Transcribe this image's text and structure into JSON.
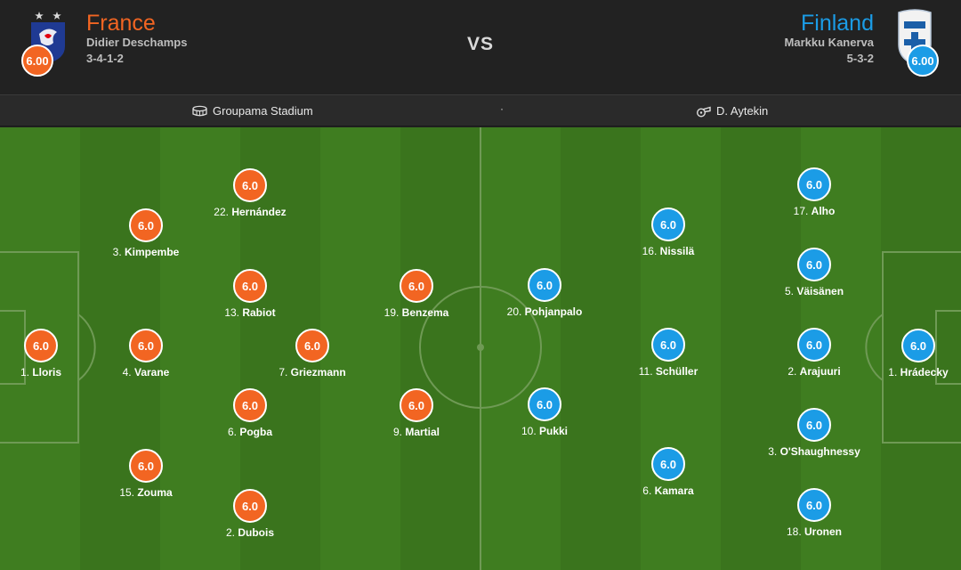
{
  "header": {
    "vs_label": "VS",
    "home": {
      "name": "France",
      "coach": "Didier Deschamps",
      "formation": "3-4-1-2",
      "rating": "6.00",
      "color": "#f26522",
      "crest_icon": "france-crest-icon"
    },
    "away": {
      "name": "Finland",
      "coach": "Markku Kanerva",
      "formation": "5-3-2",
      "rating": "6.00",
      "color": "#1b9ce6",
      "crest_icon": "finland-crest-icon"
    }
  },
  "info": {
    "venue": "Groupama Stadium",
    "separator": "·",
    "referee": "D. Aytekin"
  },
  "home_players": [
    {
      "num": "1.",
      "name": "Lloris",
      "rating": "6.0"
    },
    {
      "num": "3.",
      "name": "Kimpembe",
      "rating": "6.0"
    },
    {
      "num": "4.",
      "name": "Varane",
      "rating": "6.0"
    },
    {
      "num": "15.",
      "name": "Zouma",
      "rating": "6.0"
    },
    {
      "num": "22.",
      "name": "Hernández",
      "rating": "6.0"
    },
    {
      "num": "13.",
      "name": "Rabiot",
      "rating": "6.0"
    },
    {
      "num": "6.",
      "name": "Pogba",
      "rating": "6.0"
    },
    {
      "num": "2.",
      "name": "Dubois",
      "rating": "6.0"
    },
    {
      "num": "7.",
      "name": "Griezmann",
      "rating": "6.0"
    },
    {
      "num": "19.",
      "name": "Benzema",
      "rating": "6.0"
    },
    {
      "num": "9.",
      "name": "Martial",
      "rating": "6.0"
    }
  ],
  "away_players": [
    {
      "num": "1.",
      "name": "Hrádecky",
      "rating": "6.0"
    },
    {
      "num": "17.",
      "name": "Alho",
      "rating": "6.0"
    },
    {
      "num": "5.",
      "name": "Väisänen",
      "rating": "6.0"
    },
    {
      "num": "2.",
      "name": "Arajuuri",
      "rating": "6.0"
    },
    {
      "num": "3.",
      "name": "O'Shaughnessy",
      "rating": "6.0"
    },
    {
      "num": "18.",
      "name": "Uronen",
      "rating": "6.0"
    },
    {
      "num": "16.",
      "name": "Nissilä",
      "rating": "6.0"
    },
    {
      "num": "11.",
      "name": "Schüller",
      "rating": "6.0"
    },
    {
      "num": "6.",
      "name": "Kamara",
      "rating": "6.0"
    },
    {
      "num": "20.",
      "name": "Pohjanpalo",
      "rating": "6.0"
    },
    {
      "num": "10.",
      "name": "Pukki",
      "rating": "6.0"
    }
  ]
}
